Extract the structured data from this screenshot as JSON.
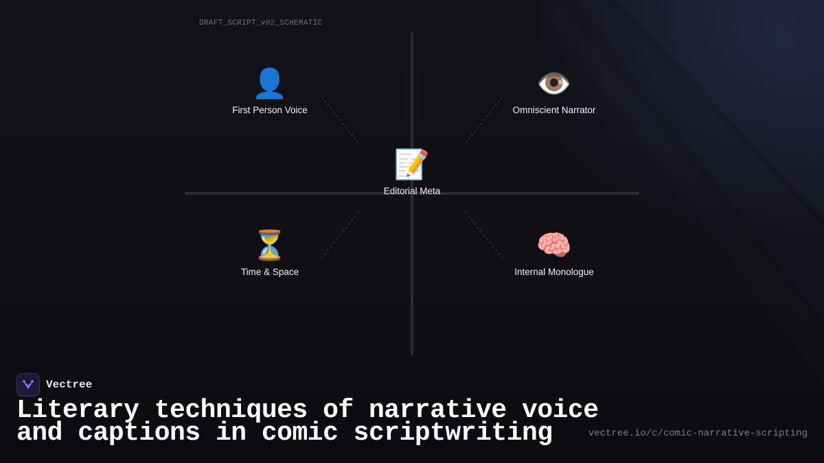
{
  "schematic_label": "DRAFT_SCRIPT_v02_SCHEMATIC",
  "nodes": {
    "first_person": {
      "label": "First Person Voice",
      "icon": "👤",
      "icon_name": "person-silhouette-icon"
    },
    "omniscient": {
      "label": "Omniscient Narrator",
      "icon": "👁️",
      "icon_name": "eye-icon"
    },
    "editorial": {
      "label": "Editorial Meta",
      "icon": "📝",
      "icon_name": "memo-pencil-icon"
    },
    "time_space": {
      "label": "Time & Space",
      "icon": "⏳",
      "icon_name": "hourglass-icon"
    },
    "internal": {
      "label": "Internal Monologue",
      "icon": "🧠",
      "icon_name": "brain-icon"
    }
  },
  "brand": {
    "name": "Vectree",
    "accent": "#8b5cf6"
  },
  "headline": "Literary techniques of narrative voice and captions in comic scriptwriting",
  "url": "vectree.io/c/comic-narrative-scripting",
  "colors": {
    "background": "#0e0e12",
    "axis": "#2b2b30",
    "connector": "#4a4a52",
    "muted_text": "#7c7c84"
  }
}
